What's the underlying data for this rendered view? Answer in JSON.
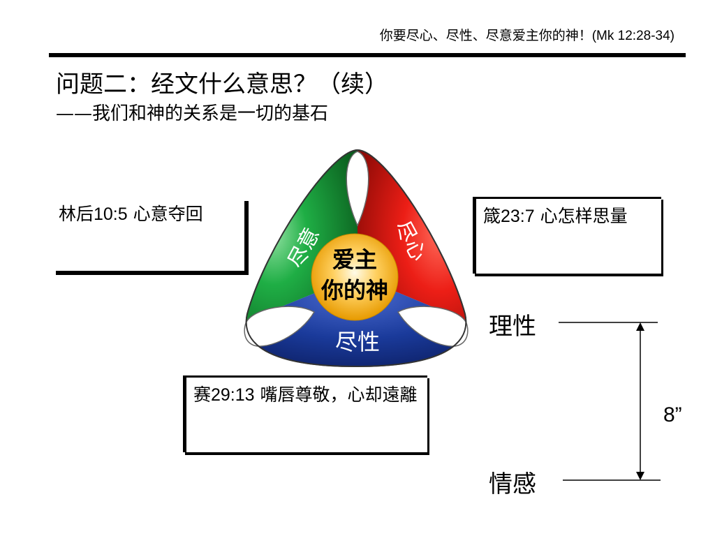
{
  "header": {
    "text": "你要尽心、尽性、尽意爱主你的神！",
    "reference": "(Mk 12:28-34)"
  },
  "title": "问题二：经文什么意思？（续）",
  "subtitle": "——我们和神的关系是一切的基石",
  "diagram": {
    "left_label": "尽意",
    "right_label": "尽心",
    "bottom_label": "尽性",
    "center_line1": "爱主",
    "center_line2": "你的神",
    "colors": {
      "left": "#1a9a3a",
      "right": "#e8201c",
      "bottom": "#1a3a9a",
      "center": "#f5b400"
    }
  },
  "callouts": {
    "left": {
      "ref": "林后10:5",
      "text": " 心意夺回"
    },
    "right": {
      "ref": "箴23:7",
      "text": " 心怎样思量"
    },
    "bottom": {
      "ref": "赛29:13",
      "text": " 嘴唇尊敬，心却遠離"
    }
  },
  "side_labels": {
    "top": "理性",
    "bottom": "情感",
    "measure": "8”"
  }
}
